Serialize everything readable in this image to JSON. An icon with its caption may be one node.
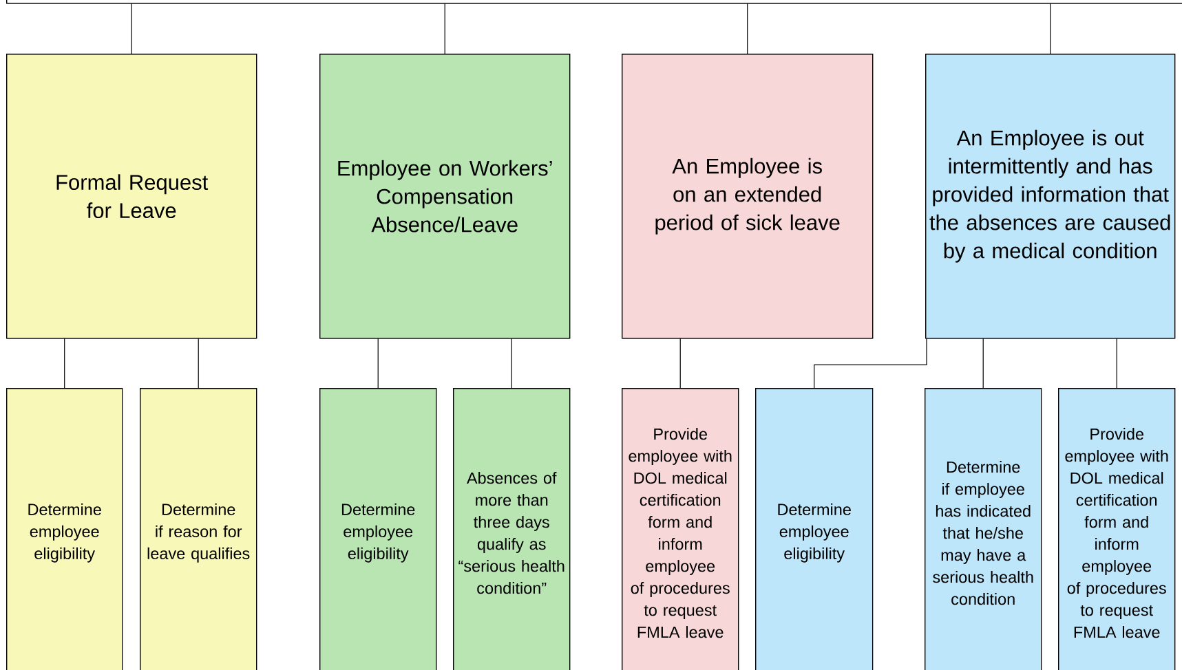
{
  "diagram": {
    "nodes": [
      {
        "text": [],
        "shape": "box"
      },
      {
        "text": [
          "Formal Request for Leave"
        ]
      },
      {
        "text": [
          "Employee on Workers’ Compensation Absence/Leave"
        ]
      },
      {
        "text": [
          "An Employee is on an extended period of sick leave"
        ]
      },
      {
        "text": [
          "An Employee is out intermittently and has provided information that the absences are caused by a medical condition"
        ]
      },
      {
        "text": [
          "Determine employee eligibility"
        ]
      },
      {
        "text": [
          "Determine if reason for leave qualifies"
        ]
      },
      {
        "text": [
          "Determine employee eligibility"
        ]
      },
      {
        "text": [
          "Absences of more than three days qualify as “serious health condition”"
        ]
      },
      {
        "text": [
          "Provide employee with DOL medical certification form and inform employee of procedures to request FMLA leave"
        ]
      },
      {
        "text": [
          "Determine employee eligibility"
        ]
      },
      {
        "text": [
          "Determine if employee has indicated that he/she may have a serious health condition"
        ]
      },
      {
        "text": [
          "Provide employee with DOL medical certification form and inform employee of procedures to request FMLA leave"
        ]
      }
    ],
    "edges": [
      {
        "from": 0,
        "to": 1,
        "arrow": "none"
      },
      {
        "from": 0,
        "to": 2,
        "arrow": "none"
      },
      {
        "from": 0,
        "to": 3,
        "arrow": "none"
      },
      {
        "from": 0,
        "to": 4,
        "arrow": "none"
      },
      {
        "from": 1,
        "to": 5,
        "arrow": "none"
      },
      {
        "from": 1,
        "to": 6,
        "arrow": "none"
      },
      {
        "from": 2,
        "to": 7,
        "arrow": "none"
      },
      {
        "from": 2,
        "to": 8,
        "arrow": "none"
      },
      {
        "from": 3,
        "to": 9,
        "arrow": "none"
      },
      {
        "from": 4,
        "to": 10,
        "arrow": "none"
      },
      {
        "from": 4,
        "to": 11,
        "arrow": "none"
      },
      {
        "from": 4,
        "to": 12,
        "arrow": "none"
      }
    ]
  }
}
